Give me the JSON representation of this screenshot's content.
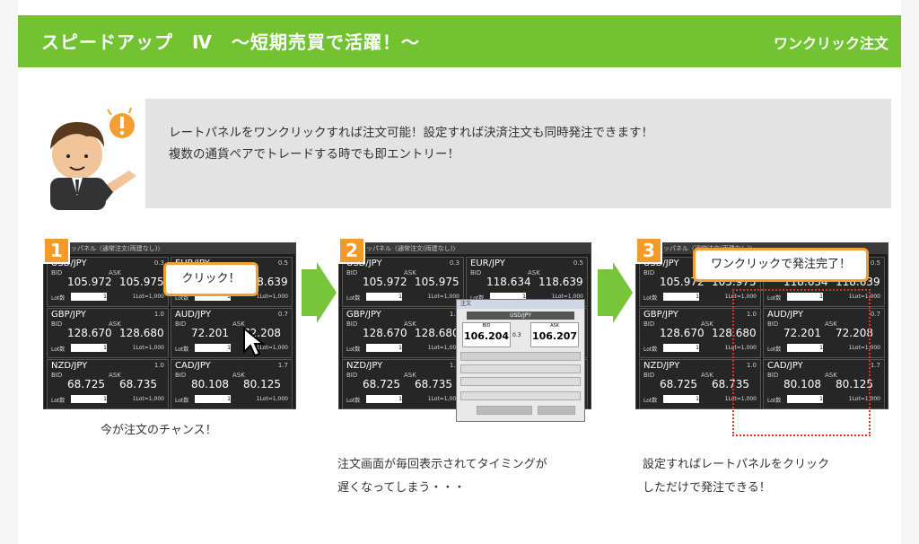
{
  "header": {
    "title": "スピードアップ　Ⅳ　～短期売買で活躍！～",
    "right": "ワンクリック注文"
  },
  "intro": {
    "line1": "レートパネルをワンクリックすれば注文可能！設定すれば決済注文も同時発注できます！",
    "line2": "複数の通貨ペアでトレードする時でも即エントリー！"
  },
  "panel_title": "ッパネル〈通常注文(両建なし)〉",
  "labels": {
    "bid": "BID",
    "ask": "ASK",
    "lot": "Lot数",
    "lot_value": "1",
    "lot_right": "1Lot=1,000"
  },
  "pairs": [
    {
      "pair": "USD/JPY",
      "spread": "0.3",
      "bid": "105.972",
      "ask": "105.975"
    },
    {
      "pair": "EUR/JPY",
      "spread": "0.5",
      "bid": "118.634",
      "ask": "118.639"
    },
    {
      "pair": "GBP/JPY",
      "spread": "1.0",
      "bid": "128.670",
      "ask": "128.680"
    },
    {
      "pair": "AUD/JPY",
      "spread": "0.7",
      "bid": "72.201",
      "ask": "72.208"
    },
    {
      "pair": "NZD/JPY",
      "spread": "1.0",
      "bid": "68.725",
      "ask": "68.735"
    },
    {
      "pair": "CAD/JPY",
      "spread": "1.7",
      "bid": "80.108",
      "ask": "80.125"
    }
  ],
  "steps": [
    {
      "num": "1",
      "bubble": "クリック！",
      "caption1": "今が注文のチャンス！",
      "caption2": ""
    },
    {
      "num": "2",
      "bubble": "",
      "caption1": "注文画面が毎回表示されてタイミングが",
      "caption2": "遅くなってしまう・・・"
    },
    {
      "num": "3",
      "bubble": "ワンクリックで発注完了！",
      "caption1": "設定すればレートパネルをクリック",
      "caption2": "しただけで発注できる！"
    }
  ],
  "dialog": {
    "title": "注文",
    "pair": "USD/JPY",
    "bid_label": "BID",
    "ask_label": "ASK",
    "bid": "106.204",
    "ask": "106.207",
    "spread": "0.3"
  },
  "colors": {
    "header_green": "#72c232",
    "badge_orange": "#f29a2a",
    "bubble_border": "#f2a033",
    "dotted_red": "#e0312c"
  }
}
